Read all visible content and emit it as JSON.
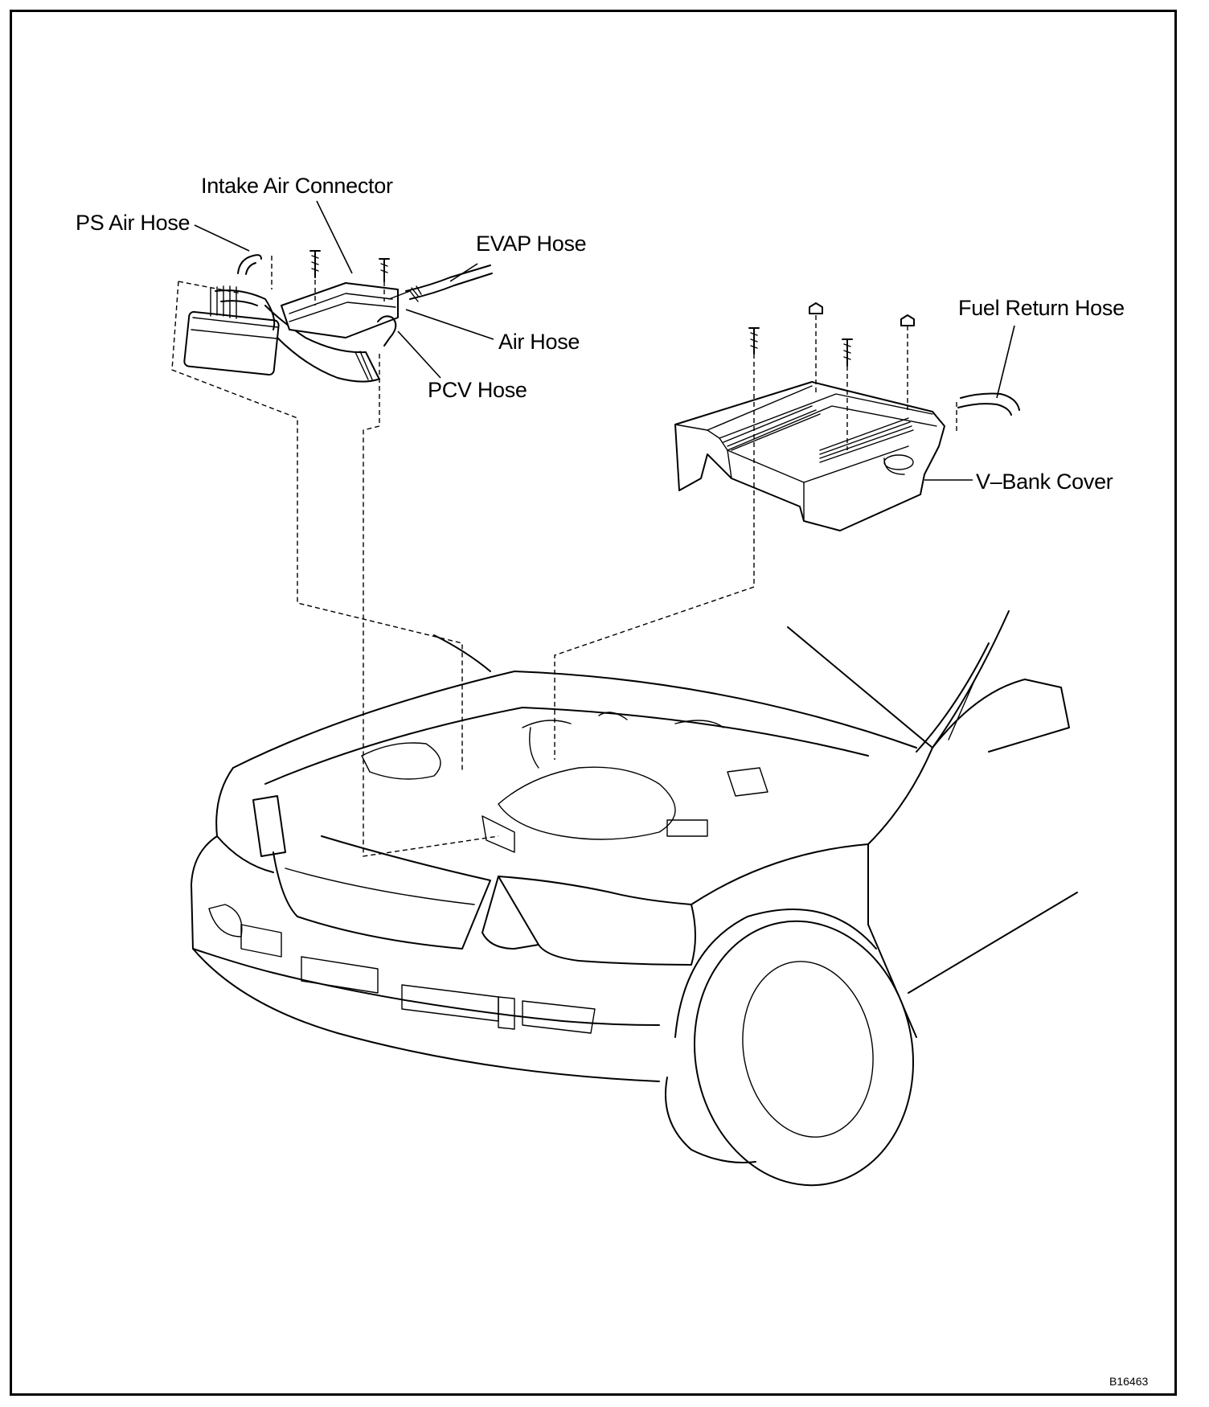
{
  "diagram": {
    "labels": {
      "intake_air_connector": "Intake Air Connector",
      "ps_air_hose": "PS Air Hose",
      "evap_hose": "EVAP Hose",
      "air_hose": "Air Hose",
      "pcv_hose": "PCV Hose",
      "fuel_return_hose": "Fuel Return Hose",
      "v_bank_cover": "V–Bank Cover"
    },
    "figure_code": "B16463"
  }
}
